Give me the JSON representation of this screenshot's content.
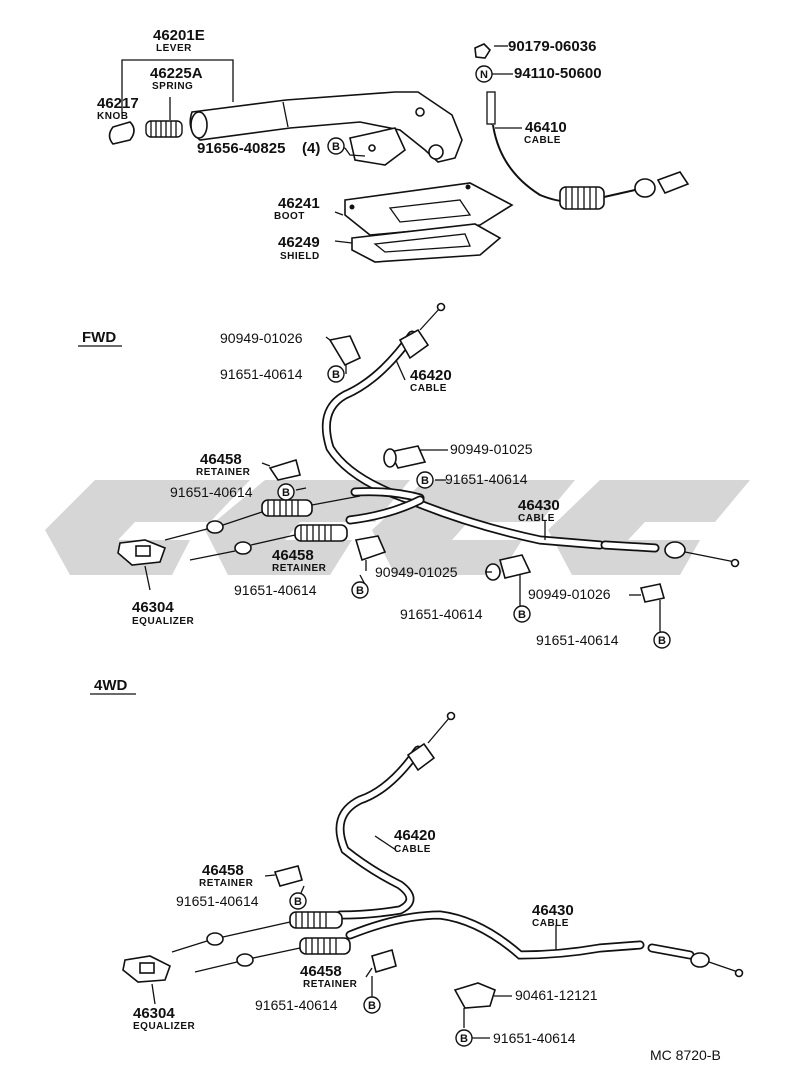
{
  "sections": {
    "fwd": "FWD",
    "awd": "4WD"
  },
  "reference": "MC 8720-B",
  "badges": {
    "b": "B",
    "n": "N"
  },
  "lever_group": {
    "lever": {
      "part": "46201E",
      "name": "LEVER"
    },
    "spring": {
      "part": "46225A",
      "name": "SPRING"
    },
    "knob": {
      "part": "46217",
      "name": "KNOB"
    },
    "bolt": {
      "part": "91656-40825",
      "qty": "(4)"
    },
    "boot": {
      "part": "46241",
      "name": "BOOT"
    },
    "shield": {
      "part": "46249",
      "name": "SHIELD"
    },
    "nut": {
      "part": "90179-06036"
    },
    "n_nut": {
      "part": "94110-50600"
    },
    "cable": {
      "part": "46410",
      "name": "CABLE"
    }
  },
  "fwd": {
    "clamp_top": {
      "part": "90949-01026"
    },
    "bolt_top": {
      "part": "91651-40614"
    },
    "cable_front": {
      "part": "46420",
      "name": "CABLE"
    },
    "clamp_mid": {
      "part": "90949-01025"
    },
    "bolt_mid": {
      "part": "91651-40614"
    },
    "retainer_1": {
      "part": "46458",
      "name": "RETAINER"
    },
    "bolt_ret1": {
      "part": "91651-40614"
    },
    "cable_rear": {
      "part": "46430",
      "name": "CABLE"
    },
    "retainer_2": {
      "part": "46458",
      "name": "RETAINER"
    },
    "bolt_ret2": {
      "part": "91651-40614"
    },
    "clamp_low": {
      "part": "90949-01025"
    },
    "clamp_right": {
      "part": "90949-01026"
    },
    "bolt_low": {
      "part": "91651-40614"
    },
    "bolt_right": {
      "part": "91651-40614"
    },
    "equalizer": {
      "part": "46304",
      "name": "EQUALIZER"
    }
  },
  "awd": {
    "cable_front": {
      "part": "46420",
      "name": "CABLE"
    },
    "retainer_1": {
      "part": "46458",
      "name": "RETAINER"
    },
    "bolt_ret1": {
      "part": "91651-40614"
    },
    "cable_rear": {
      "part": "46430",
      "name": "CABLE"
    },
    "retainer_2": {
      "part": "46458",
      "name": "RETAINER"
    },
    "bolt_ret2": {
      "part": "91651-40614"
    },
    "clamp": {
      "part": "90461-12121"
    },
    "bolt_clamp": {
      "part": "91651-40614"
    },
    "equalizer": {
      "part": "46304",
      "name": "EQUALIZER"
    }
  }
}
